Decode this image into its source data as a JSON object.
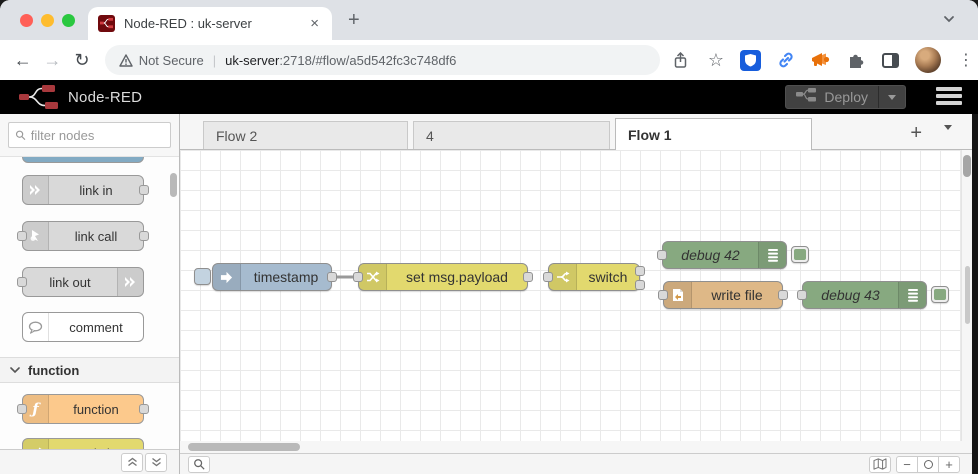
{
  "browser": {
    "tab_title": "Node-RED : uk-server",
    "not_secure_label": "Not Secure",
    "url_host": "uk-server",
    "url_rest": ":2718/#flow/a5d542fc3c748df6",
    "icons": {
      "close_tab": "×",
      "new_tab": "+",
      "back": "←",
      "forward": "→",
      "reload": "↻",
      "star": "☆",
      "dots": "⋮"
    }
  },
  "header": {
    "title": "Node-RED",
    "deploy_label": "Deploy"
  },
  "palette": {
    "filter_placeholder": "filter nodes",
    "items": [
      {
        "label": "link in"
      },
      {
        "label": "link call"
      },
      {
        "label": "link out"
      },
      {
        "label": "comment"
      }
    ],
    "category_label": "function",
    "function_item_label": "function",
    "partial_bottom_label": "switch"
  },
  "flow_tabs": [
    {
      "label": "Flow 2"
    },
    {
      "label": "4"
    },
    {
      "label": "Flow 1"
    }
  ],
  "flow_nodes": [
    {
      "type": "inject",
      "label": "timestamp"
    },
    {
      "type": "change",
      "label": "set msg.payload"
    },
    {
      "type": "switch",
      "label": "switch"
    },
    {
      "type": "debug",
      "label": "debug 42"
    },
    {
      "type": "file",
      "label": "write file"
    },
    {
      "type": "debug",
      "label": "debug 43"
    }
  ],
  "footer": {
    "zoom_out": "−",
    "zoom_in": "+"
  },
  "colors": {
    "inject": "#a6bbcf",
    "inject_button": "#c3d3e0",
    "change": "#e2d96e",
    "switch": "#e2d96e",
    "debug": "#87a980",
    "file": "#deb887",
    "function": "#fcc98c",
    "link": "#d9d9d9",
    "comment": "#ffffff",
    "partial_top_node": "#82aac3",
    "accent_red": "#8f0000",
    "bitwarden_blue": "#175ddc",
    "link_icon_blue": "#4285f4",
    "extension_orange": "#e8710a"
  }
}
